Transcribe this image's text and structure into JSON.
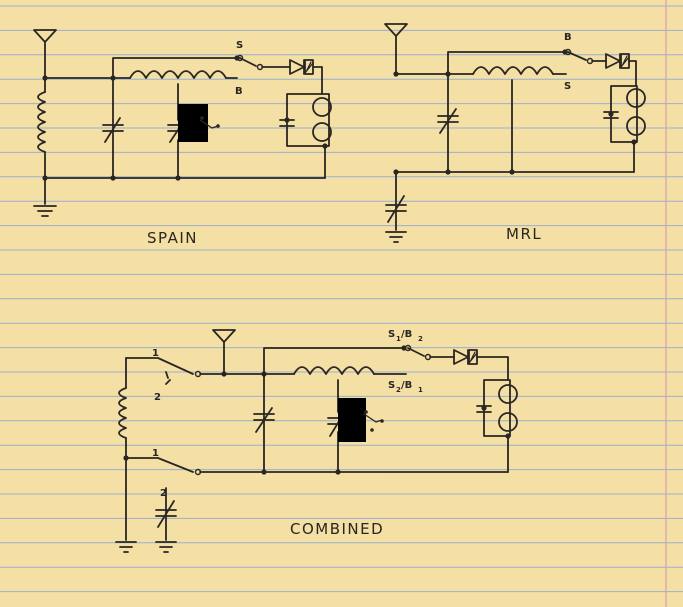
{
  "diagrams": [
    {
      "title": "SPAIN",
      "labels": [
        "S",
        "B"
      ]
    },
    {
      "title": "MRL",
      "labels": [
        "B",
        "S"
      ]
    },
    {
      "title": "COMBINED",
      "labels": [
        "S",
        "1",
        "/B",
        "2",
        "S",
        "2",
        "/B",
        "1",
        "1",
        "2",
        "1",
        "2"
      ]
    }
  ],
  "colors": {
    "paper": "#f4dfa4",
    "rule": "#9ab0cf",
    "margin": "#d9a0a8",
    "ink": "#2a2622"
  }
}
